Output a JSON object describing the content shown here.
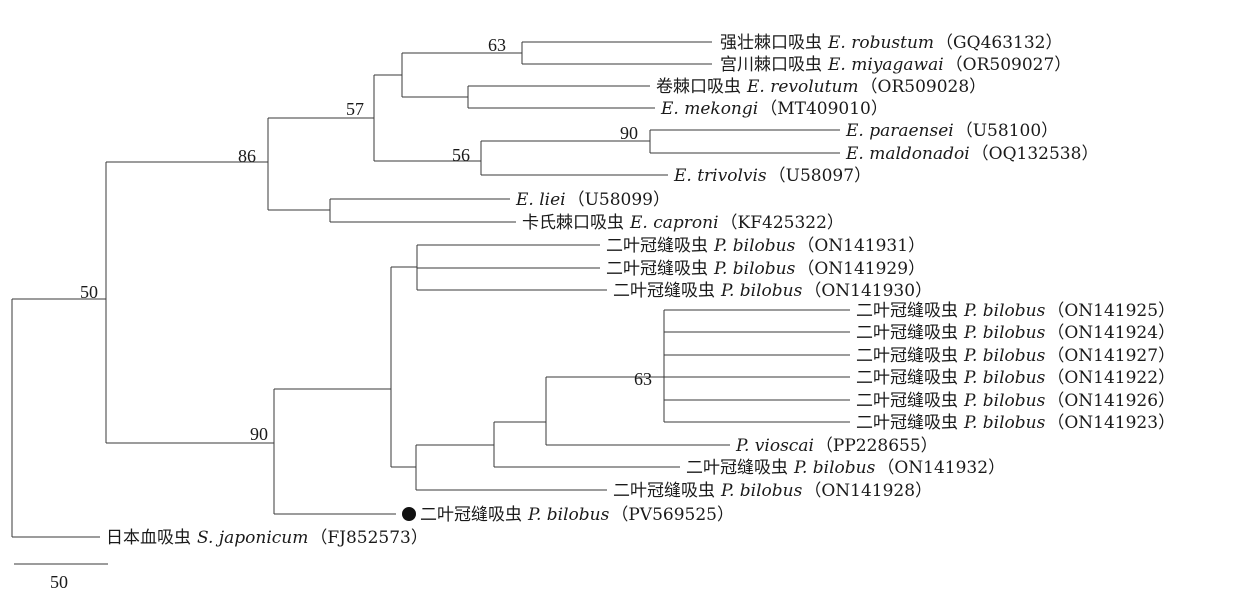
{
  "scale_bar": {
    "label": "50"
  },
  "supports": [
    "63",
    "57",
    "90",
    "56",
    "86",
    "50",
    "63",
    "90"
  ],
  "taxa": [
    {
      "cn": "强壮棘口吸虫",
      "sp": "E. robustum",
      "acc": "（GQ463132）"
    },
    {
      "cn": "宫川棘口吸虫",
      "sp": "E. miyagawai",
      "acc": "（OR509027）"
    },
    {
      "cn": "卷棘口吸虫",
      "sp": "E. revolutum",
      "acc": "（OR509028）"
    },
    {
      "cn": "",
      "sp": "E. mekongi",
      "acc": "（MT409010）"
    },
    {
      "cn": "",
      "sp": "E. paraensei",
      "acc": "（U58100）"
    },
    {
      "cn": "",
      "sp": "E. maldonadoi",
      "acc": "（OQ132538）"
    },
    {
      "cn": "",
      "sp": "E. trivolvis",
      "acc": "（U58097）"
    },
    {
      "cn": "",
      "sp": "E. liei",
      "acc": "（U58099）"
    },
    {
      "cn": "卡氏棘口吸虫",
      "sp": "E. caproni",
      "acc": "（KF425322）"
    },
    {
      "cn": "二叶冠缝吸虫",
      "sp": "P. bilobus",
      "acc": "（ON141931）"
    },
    {
      "cn": "二叶冠缝吸虫",
      "sp": "P. bilobus",
      "acc": "（ON141929）"
    },
    {
      "cn": "二叶冠缝吸虫",
      "sp": "P. bilobus",
      "acc": "（ON141930）"
    },
    {
      "cn": "二叶冠缝吸虫",
      "sp": "P. bilobus",
      "acc": "（ON141925）"
    },
    {
      "cn": "二叶冠缝吸虫",
      "sp": "P. bilobus",
      "acc": "（ON141924）"
    },
    {
      "cn": "二叶冠缝吸虫",
      "sp": "P. bilobus",
      "acc": "（ON141927）"
    },
    {
      "cn": "二叶冠缝吸虫",
      "sp": "P. bilobus",
      "acc": "（ON141922）"
    },
    {
      "cn": "二叶冠缝吸虫",
      "sp": "P. bilobus",
      "acc": "（ON141926）"
    },
    {
      "cn": "二叶冠缝吸虫",
      "sp": "P. bilobus",
      "acc": "（ON141923）"
    },
    {
      "cn": "",
      "sp": "P. vioscai",
      "acc": "（PP228655）"
    },
    {
      "cn": "二叶冠缝吸虫",
      "sp": "P. bilobus",
      "acc": "（ON141932）"
    },
    {
      "cn": "二叶冠缝吸虫",
      "sp": "P. bilobus",
      "acc": "（ON141928）"
    },
    {
      "cn": "二叶冠缝吸虫",
      "sp": "P. bilobus",
      "acc": "（PV569525）",
      "marker": "filled-circle"
    },
    {
      "cn": "日本血吸虫",
      "sp": "S. japonicum",
      "acc": "（FJ852573）"
    }
  ]
}
